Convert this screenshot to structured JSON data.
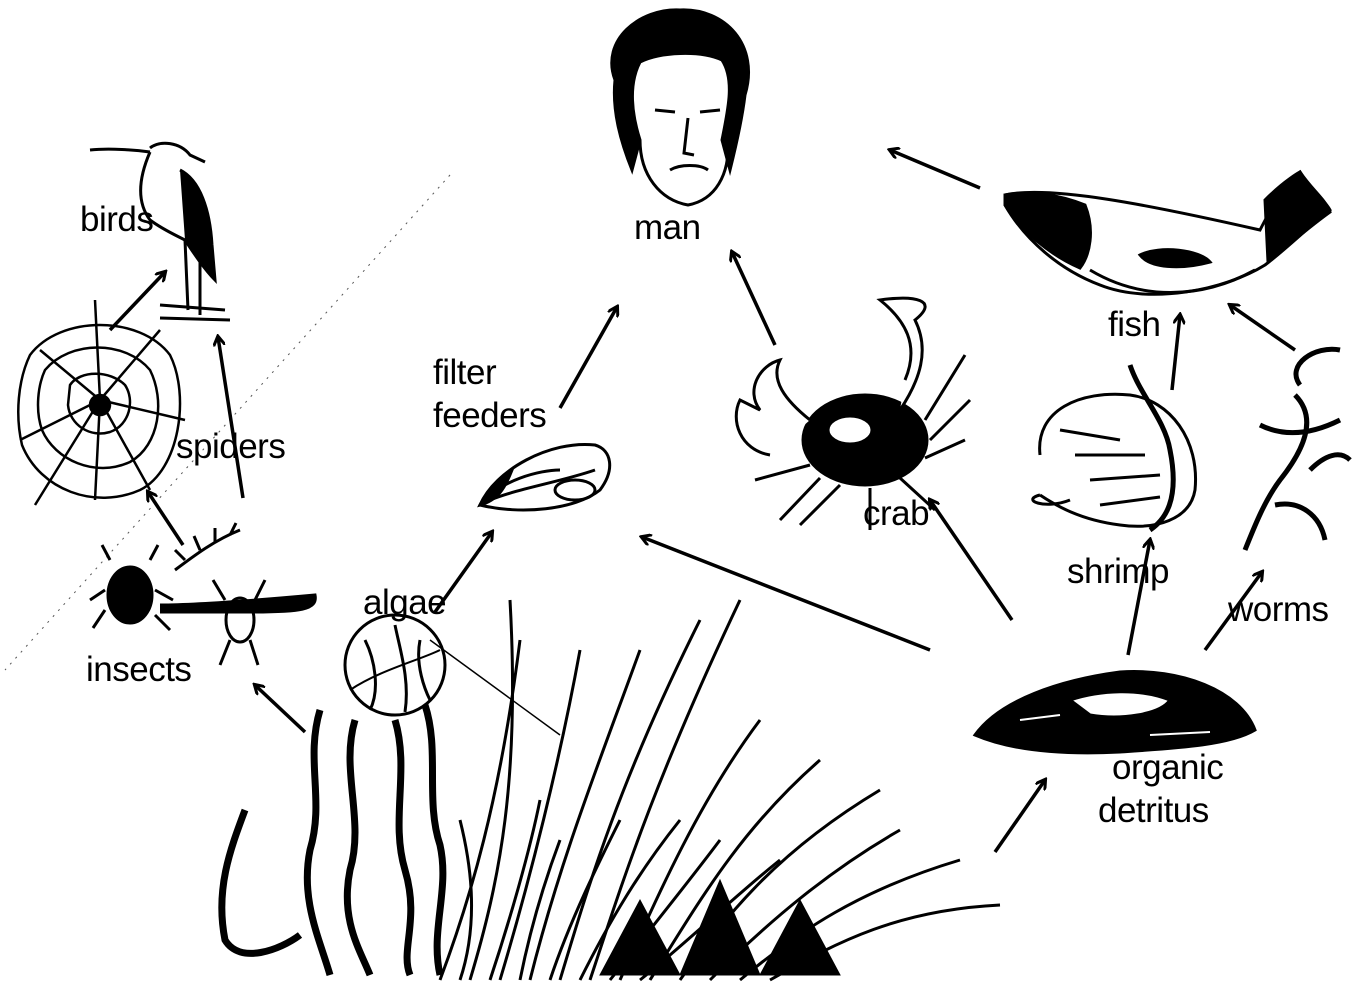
{
  "labels": {
    "man": "man",
    "fish": "fish",
    "birds": "birds",
    "spiders": "spiders",
    "insects": "insects",
    "filter_feeders_line1": "filter",
    "filter_feeders_line2": "feeders",
    "crab": "crab",
    "shrimp": "shrimp",
    "worms": "worms",
    "algae": "algae",
    "organic_detritus_line1": "organic",
    "organic_detritus_line2": "detritus"
  },
  "colors": {
    "ink": "#000000",
    "paper": "#ffffff"
  },
  "icons": [
    "man-face-icon",
    "fish-icon",
    "bird-icon",
    "spider-web-icon",
    "insects-icon",
    "clam-icon",
    "crab-icon",
    "shrimp-icon",
    "worms-icon",
    "algae-icon",
    "marsh-grass-icon",
    "detritus-icon"
  ],
  "links": [
    {
      "from": "fish",
      "to": "man"
    },
    {
      "from": "crab",
      "to": "man"
    },
    {
      "from": "filter feeders",
      "to": "man"
    },
    {
      "from": "shrimp",
      "to": "fish"
    },
    {
      "from": "worms",
      "to": "fish"
    },
    {
      "from": "spiders",
      "to": "birds"
    },
    {
      "from": "insects",
      "to": "birds"
    },
    {
      "from": "insects",
      "to": "spiders"
    },
    {
      "from": "algae",
      "to": "insects"
    },
    {
      "from": "algae",
      "to": "filter feeders"
    },
    {
      "from": "organic detritus",
      "to": "filter feeders"
    },
    {
      "from": "organic detritus",
      "to": "crab"
    },
    {
      "from": "organic detritus",
      "to": "shrimp"
    },
    {
      "from": "organic detritus",
      "to": "worms"
    },
    {
      "from": "marsh grass",
      "to": "organic detritus"
    }
  ]
}
